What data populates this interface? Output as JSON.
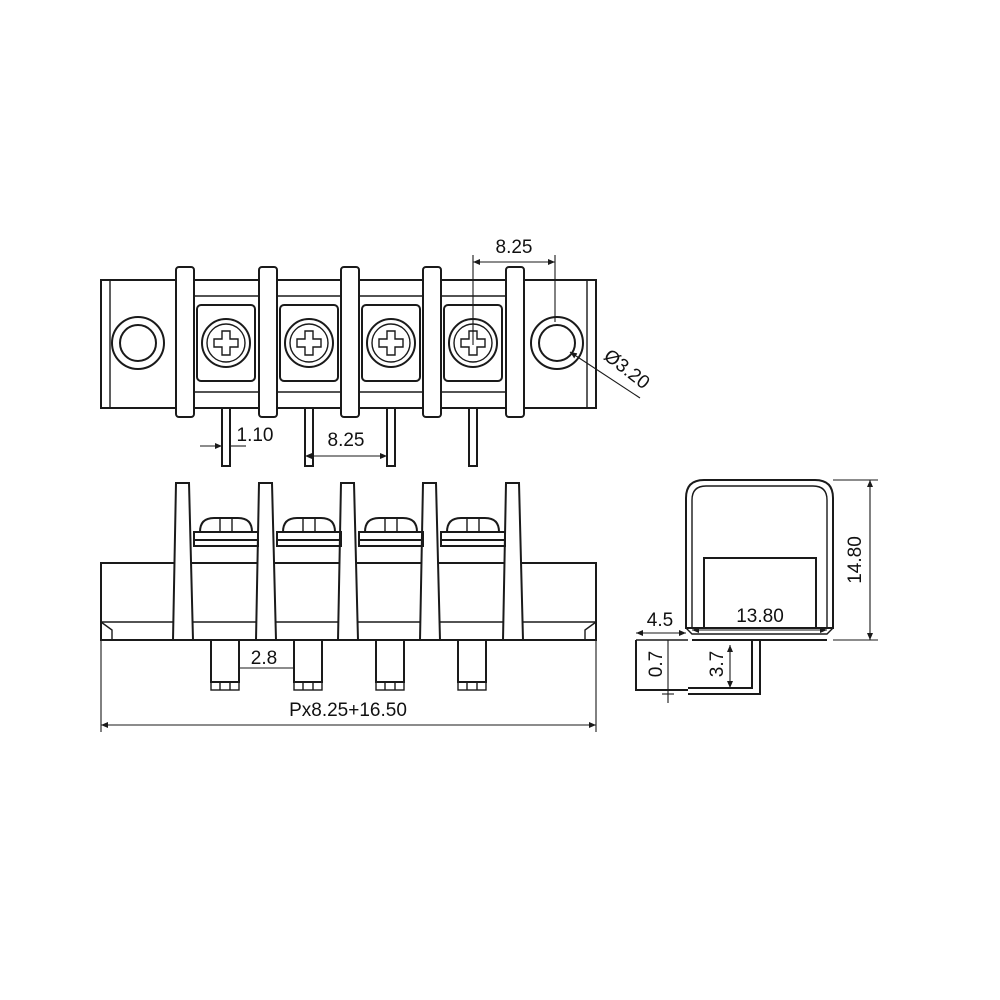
{
  "dimensions": {
    "pitch_top": "8.25",
    "hole_diameter": "Ø3.20",
    "pin_width": "1.10",
    "pin_pitch": "8.25",
    "pin_thickness": "2.8",
    "overall_length": "Px8.25+16.50",
    "side_offset": "4.5",
    "side_width": "13.80",
    "side_height": "14.80",
    "side_small": "0.7",
    "side_pin_length": "3.7"
  },
  "style": {
    "line_color": "#1a1a1a",
    "background": "#ffffff"
  }
}
